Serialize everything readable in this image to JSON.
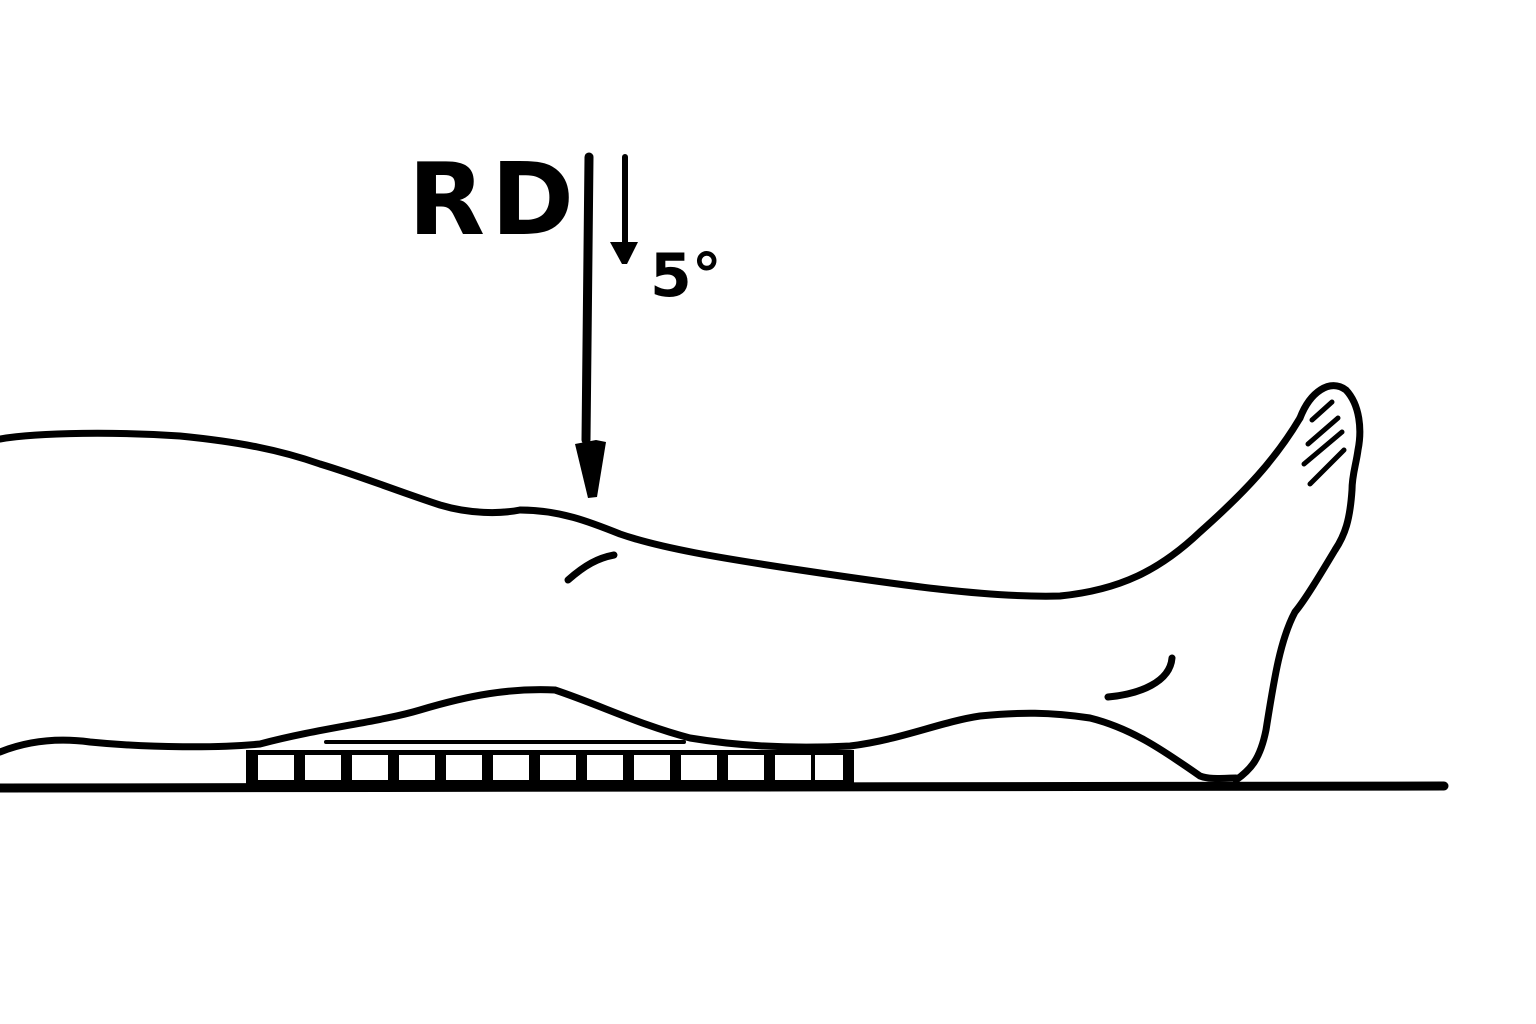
{
  "diagram": {
    "label_primary": "RD",
    "label_angle": "5°",
    "ink_color": "#000000",
    "background_color": "#ffffff",
    "icons": {
      "central_ray": "down-arrow-icon",
      "angle_indicator": "down-arrow-icon",
      "detector": "segmented-bar",
      "subject": "leg-outline"
    }
  }
}
